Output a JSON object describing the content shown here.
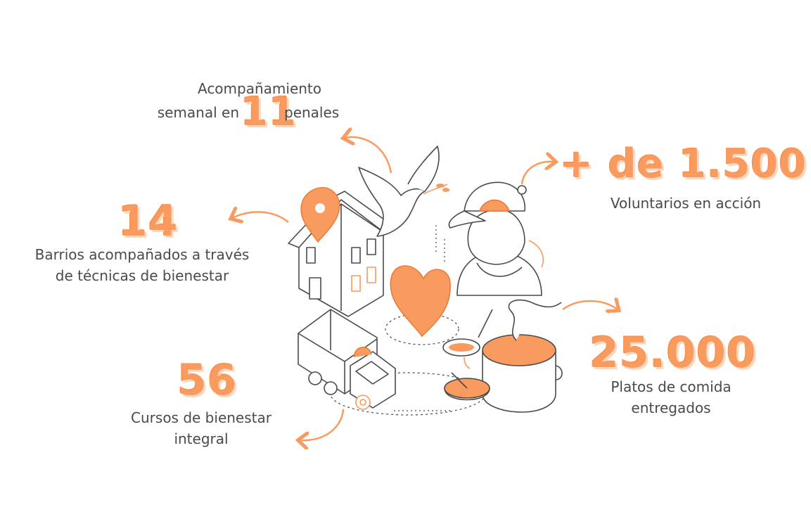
{
  "stats": {
    "penales": {
      "line1": "Acompañamiento",
      "prefix": "semanal en",
      "number": "11",
      "suffix": "penales"
    },
    "voluntarios": {
      "number": "+ de 1.500",
      "label": "Voluntarios en acción"
    },
    "barrios": {
      "number": "14",
      "line1": "Barrios acompañados a través",
      "line2": "de técnicas de bienestar"
    },
    "platos": {
      "number": "25.000",
      "line1": "Platos de comida",
      "line2": "entregados"
    },
    "cursos": {
      "number": "56",
      "line1": "Cursos de bienestar",
      "line2": "integral"
    }
  },
  "colors": {
    "accent": "#f99a5e",
    "accent_light": "#ffd7bd",
    "line": "#4a4a4a"
  },
  "icons": [
    "house-icon",
    "location-pin-icon",
    "dove-icon",
    "heart-icon",
    "volunteer-icon",
    "truck-icon",
    "soup-pot-icon",
    "bowl-icon",
    "sun-logo-icon"
  ]
}
